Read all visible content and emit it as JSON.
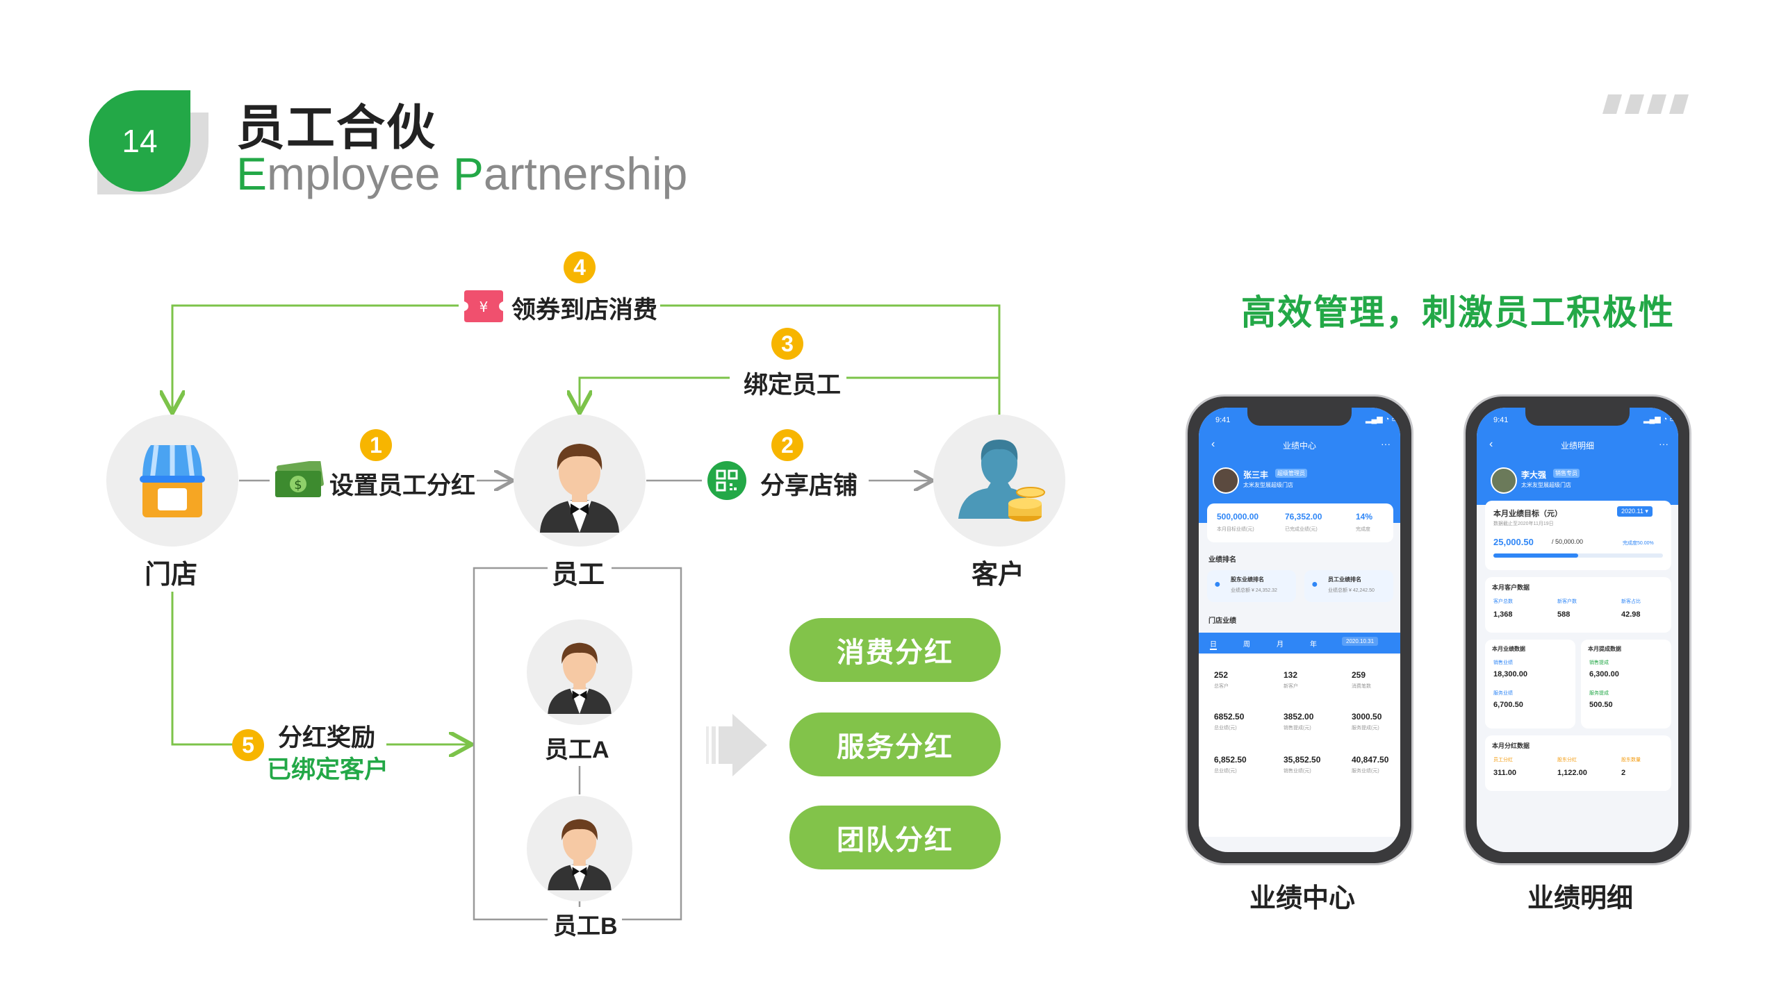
{
  "header": {
    "page_number": "14",
    "title_cn": "员工合伙",
    "title_en_first_initial": "E",
    "title_en_first_rest": "mployee ",
    "title_en_second_initial": "P",
    "title_en_second_rest": "artnership"
  },
  "colors": {
    "brand_green": "#23a847",
    "pill_green": "#82c34a",
    "step_yellow": "#f7b500",
    "line_green": "#7cc34a",
    "app_blue": "#2f86f6"
  },
  "diagram": {
    "nodes": {
      "store": "门店",
      "employee": "员工",
      "customer": "客户",
      "employee_a": "员工A",
      "employee_b": "员工B"
    },
    "steps": [
      {
        "num": "1",
        "label": "设置员工分红",
        "icon": "money-icon"
      },
      {
        "num": "2",
        "label": "分享店铺",
        "icon": "qr-code-icon"
      },
      {
        "num": "3",
        "label": "绑定员工"
      },
      {
        "num": "4",
        "label": "领券到店消费",
        "icon": "coupon-icon"
      },
      {
        "num": "5",
        "label": "分红奖励",
        "sublabel": "已绑定客户"
      }
    ],
    "dividends": [
      "消费分红",
      "服务分红",
      "团队分红"
    ]
  },
  "slogan": "高效管理，刺激员工积极性",
  "phones": [
    {
      "caption": "业绩中心",
      "status_time": "9:41",
      "nav_title": "业绩中心",
      "user_name": "张三丰",
      "user_tag": "超级管理员",
      "user_store": "太米友型展超级门店",
      "stats": [
        {
          "value": "500,000.00",
          "label": "本月目标业绩(元)"
        },
        {
          "value": "76,352.00",
          "label": "已完成业绩(元)"
        },
        {
          "value": "14%",
          "label": "完成度"
        }
      ],
      "ranking_title": "业绩排名",
      "rank_cards": [
        {
          "title": "股东业绩排名",
          "sub": "业绩总额 ¥ 24,352.32"
        },
        {
          "title": "员工业绩排名",
          "sub": "业绩总额 ¥ 42,242.50"
        }
      ],
      "store_title": "门店业绩",
      "tabs": [
        "日",
        "周",
        "月",
        "年"
      ],
      "date": "2020.10.31",
      "grid": [
        {
          "value": "252",
          "label": "总客户"
        },
        {
          "value": "132",
          "label": "新客户"
        },
        {
          "value": "259",
          "label": "消费笔数"
        },
        {
          "value": "6852.50",
          "label": "总业绩(元)"
        },
        {
          "value": "3852.00",
          "label": "销售提成(元)"
        },
        {
          "value": "3000.50",
          "label": "服务提成(元)"
        },
        {
          "value": "6,852.50",
          "label": "总业绩(元)"
        },
        {
          "value": "35,852.50",
          "label": "销售业绩(元)"
        },
        {
          "value": "40,847.50",
          "label": "服务业绩(元)"
        }
      ]
    },
    {
      "caption": "业绩明细",
      "status_time": "9:41",
      "nav_title": "业绩明细",
      "user_name": "李大强",
      "user_tag": "销售专员",
      "user_store": "太米友型展超级门店",
      "target_title": "本月业绩目标（元）",
      "target_badge": "2020.11 ▾",
      "target_date": "数据截止至2020年11月19日",
      "target_done": "25,000.50",
      "target_total": "/ 50,000.00",
      "target_rate": "完成度50.00%",
      "target_fraction": 0.5,
      "customer_section": "本月客户数据",
      "customer_stats": [
        {
          "label": "客户总数",
          "value": "1,368"
        },
        {
          "label": "新客户数",
          "value": "588"
        },
        {
          "label": "新客占比",
          "value": "42.98"
        }
      ],
      "perf_section": "本月业绩数据",
      "perf_stats": [
        {
          "label": "销售业绩",
          "value": "18,300.00"
        },
        {
          "label": "服务业绩",
          "value": "6,700.50"
        }
      ],
      "comm_section": "本月提成数据",
      "comm_stats": [
        {
          "label": "销售提成",
          "value": "6,300.00"
        },
        {
          "label": "服务提成",
          "value": "500.50"
        }
      ],
      "div_section": "本月分红数据",
      "div_stats": [
        {
          "label": "员工分红",
          "value": "311.00"
        },
        {
          "label": "股东分红",
          "value": "1,122.00"
        },
        {
          "label": "股东数量",
          "value": "2"
        }
      ]
    }
  ]
}
